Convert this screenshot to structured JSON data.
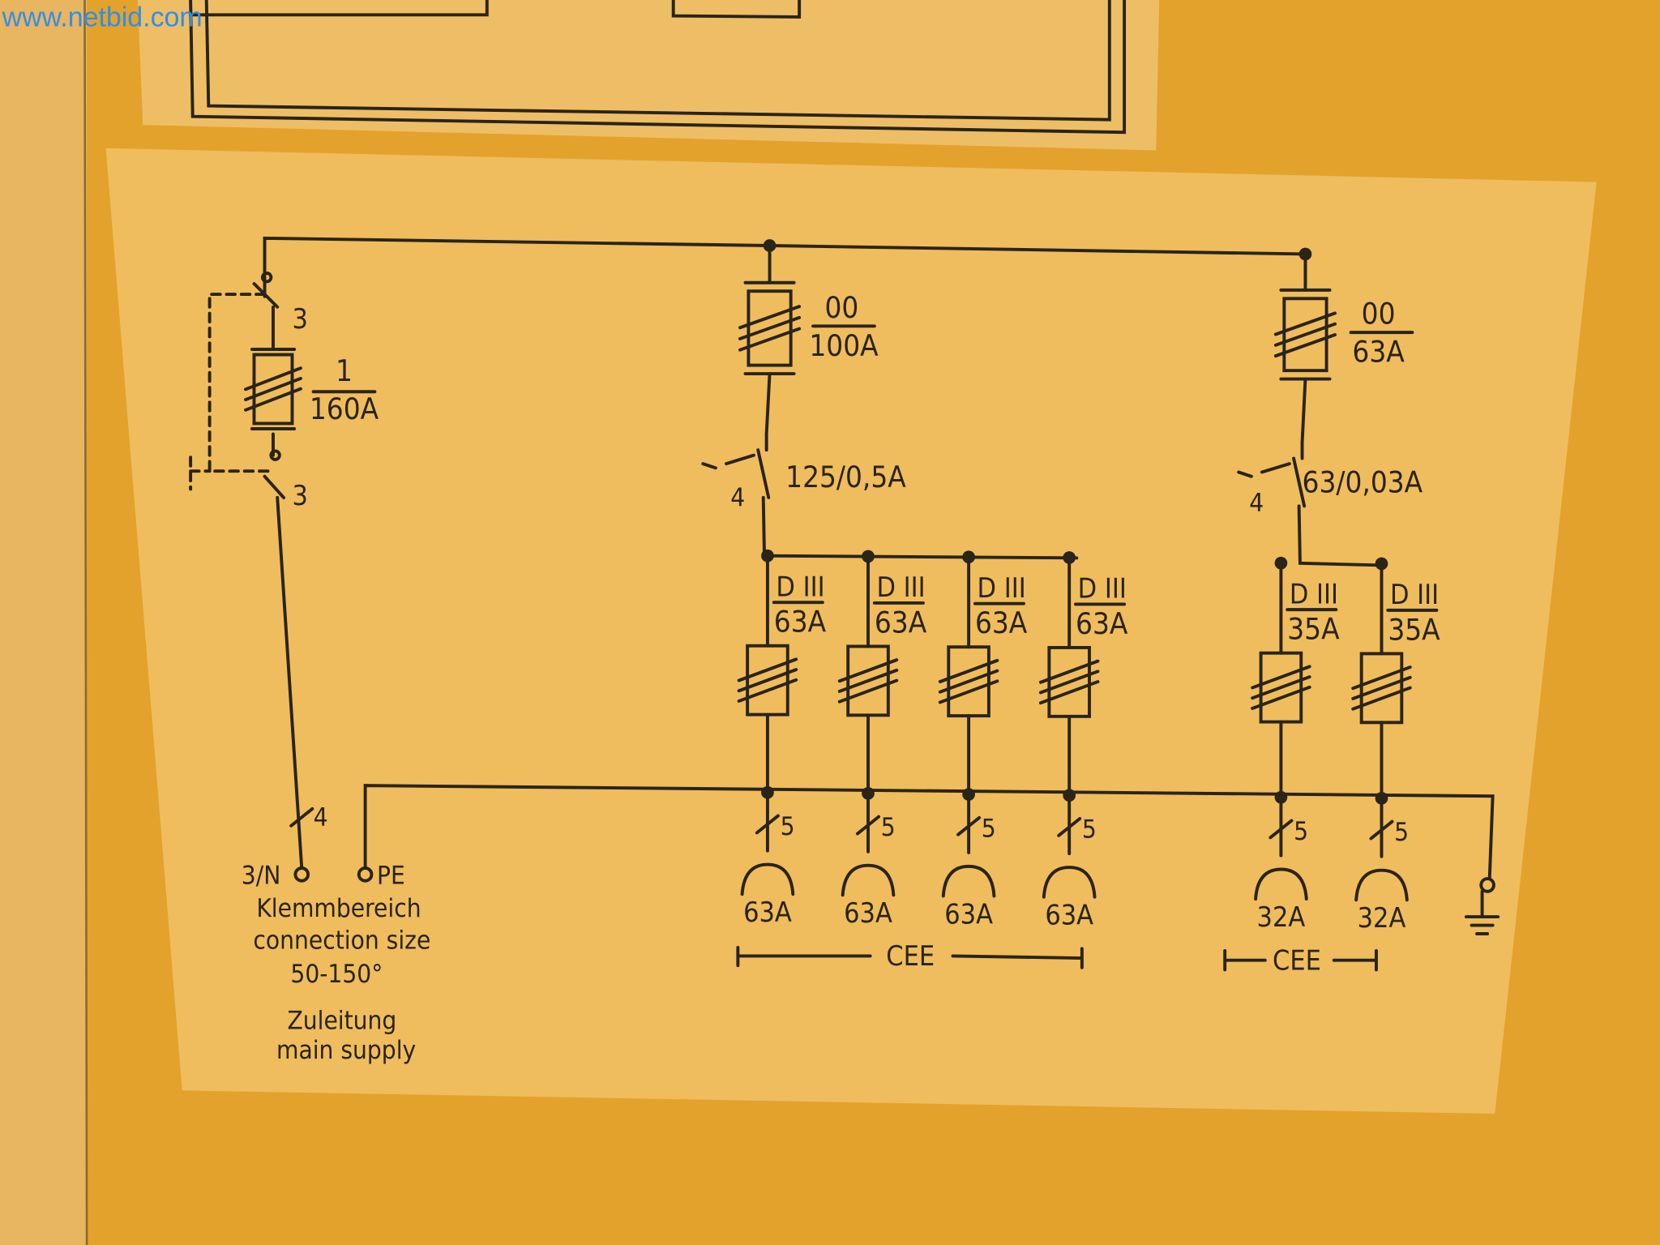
{
  "watermark": "www.netbid.com",
  "main_supply": {
    "terminal_label": "3/N",
    "pe_label": "PE",
    "clamp_range_de": "Klemmbereich",
    "clamp_range_en": "connection size",
    "clamp_range_value": "50-150°",
    "supply_de": "Zuleitung",
    "supply_en": "main supply",
    "switch_poles_top": "3",
    "switch_poles_bottom": "3",
    "cable_conductors": "4",
    "fuse_size": "1",
    "fuse_rating": "160A"
  },
  "branch_1": {
    "fuse_size": "00",
    "fuse_rating": "100A",
    "rcd_rating": "125/0,5A",
    "rcd_poles": "4",
    "outlets": [
      {
        "fuse_type": "D III",
        "fuse_rating": "63A",
        "conductors": "5",
        "socket": "63A"
      },
      {
        "fuse_type": "D III",
        "fuse_rating": "63A",
        "conductors": "5",
        "socket": "63A"
      },
      {
        "fuse_type": "D III",
        "fuse_rating": "63A",
        "conductors": "5",
        "socket": "63A"
      },
      {
        "fuse_type": "D III",
        "fuse_rating": "63A",
        "conductors": "5",
        "socket": "63A"
      }
    ],
    "group_label": "CEE"
  },
  "branch_2": {
    "fuse_size": "00",
    "fuse_rating": "63A",
    "rcd_rating": "63/0,03A",
    "rcd_poles": "4",
    "outlets": [
      {
        "fuse_type": "D III",
        "fuse_rating": "35A",
        "conductors": "5",
        "socket": "32A"
      },
      {
        "fuse_type": "D III",
        "fuse_rating": "35A",
        "conductors": "5",
        "socket": "32A"
      }
    ],
    "group_label": "CEE"
  },
  "colors": {
    "cabinet": "#e3a22c",
    "label": "#efbd5e",
    "ink": "#2b2418",
    "watermark": "#2f8fe8"
  }
}
